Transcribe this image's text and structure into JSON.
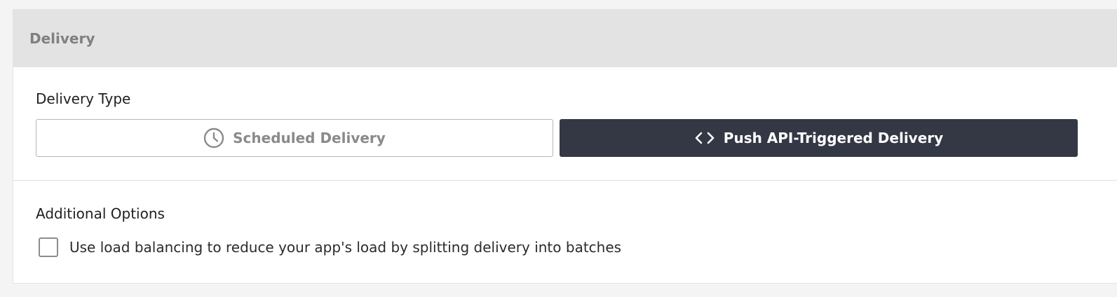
{
  "panel": {
    "title": "Delivery"
  },
  "delivery_type": {
    "label": "Delivery Type",
    "options": [
      {
        "label": "Scheduled Delivery",
        "icon": "clock-icon",
        "selected": false
      },
      {
        "label": "Push API-Triggered Delivery",
        "icon": "code-icon",
        "selected": true
      }
    ]
  },
  "additional_options": {
    "label": "Additional Options",
    "load_balancing": {
      "label": "Use load balancing to reduce your app's load by splitting delivery into batches",
      "checked": false
    }
  },
  "colors": {
    "header_bg": "#e3e3e3",
    "selected_bg": "#343845",
    "unselected_text": "#8a8a8a"
  }
}
